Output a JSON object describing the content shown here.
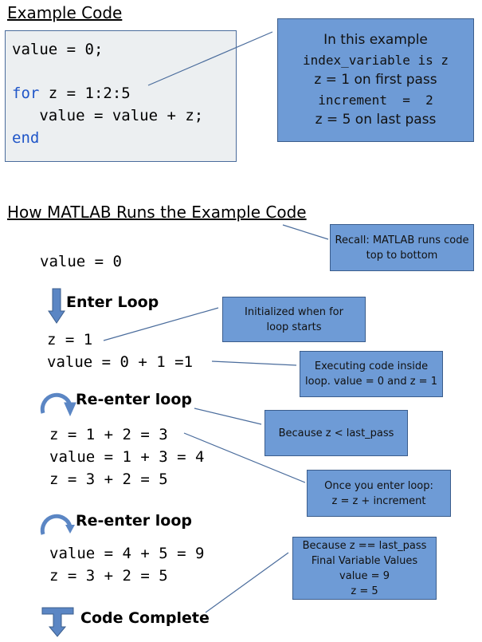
{
  "example": {
    "heading": "Example Code",
    "code": {
      "line1": "value = 0;",
      "for_kw": "for",
      "for_rest": " z = 1:2:5",
      "line3": "   value = value + z;",
      "end_kw": "end"
    },
    "note_lines": [
      "In this example",
      "index_variable is z",
      "z  =  1 on first pass",
      "increment  =  2",
      "z  =  5 on last pass"
    ]
  },
  "how": {
    "heading": "How MATLAB Runs the Example Code",
    "recall_note": [
      "Recall: MATLAB runs code",
      "top to bottom"
    ],
    "value_init": "value = 0",
    "enter_loop": "Enter Loop",
    "pass1": [
      "z = 1",
      "value = 0 + 1 =1"
    ],
    "init_note": [
      "Initialized when for",
      "loop starts"
    ],
    "exec_note": [
      "Executing code inside",
      "loop. value = 0 and z = 1"
    ],
    "reenter1": "Re-enter loop",
    "because_note": [
      "Because z < last_pass"
    ],
    "pass2": [
      "z = 1 + 2 = 3",
      "value = 1 + 3 = 4",
      "z = 3 + 2 = 5"
    ],
    "once_note": [
      "Once you enter loop:",
      "z = z + increment"
    ],
    "reenter2": "Re-enter loop",
    "pass3": [
      "value = 4 + 5 = 9",
      "z = 3 + 2 = 5"
    ],
    "final_note": [
      "Because z == last_pass",
      "Final Variable Values",
      "value = 9",
      "z = 5"
    ],
    "complete": "Code Complete"
  },
  "colors": {
    "note_fill": "#6e9bd6",
    "arrow_fill": "#5b86c4",
    "keyword": "#1f55c8"
  }
}
